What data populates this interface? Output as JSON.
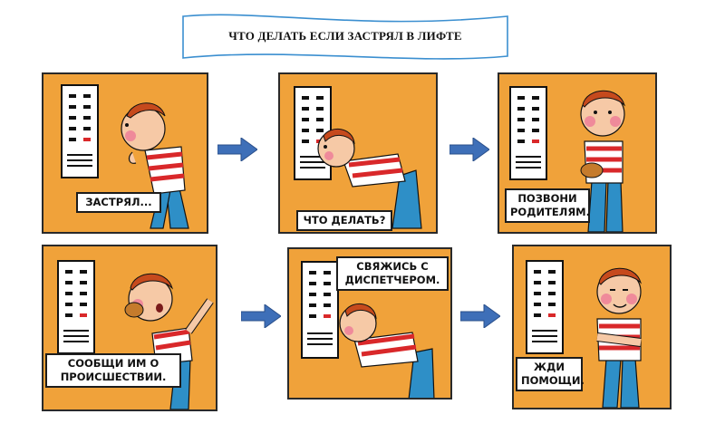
{
  "title": "ЧТО ДЕЛАТЬ ЕСЛИ ЗАСТРЯЛ В ЛИФТЕ",
  "panels": [
    {
      "caption_lines": [
        "ЗАСТРЯЛ..."
      ]
    },
    {
      "caption_lines": [
        "ЧТО ДЕЛАТЬ?"
      ]
    },
    {
      "caption_lines": [
        "ПОЗВОНИ",
        "РОДИТЕЛЯМ."
      ]
    },
    {
      "caption_lines": [
        "СООБЩИ ИМ О",
        "ПРОИСШЕСТВИИ."
      ]
    },
    {
      "caption_lines": [
        "СВЯЖИСЬ С",
        "ДИСПЕТЧЕРОМ."
      ]
    },
    {
      "caption_lines": [
        "ЖДИ",
        "ПОМОЩИ."
      ]
    }
  ],
  "colors": {
    "panel_bg": "#f0a23a",
    "arrow": "#3e6fb8",
    "shirt_stripe": "#d9282a",
    "jeans": "#2e8fc7",
    "hair": "#c64a1d"
  }
}
